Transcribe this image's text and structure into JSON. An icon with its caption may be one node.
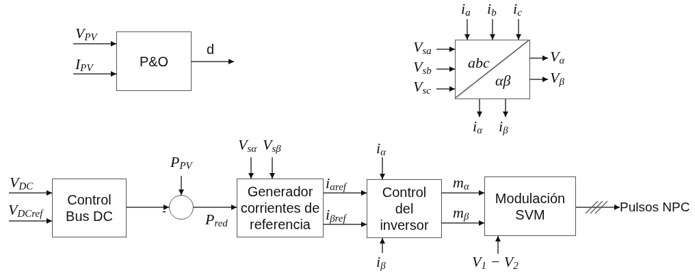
{
  "diagram": {
    "nodes": [
      {
        "text": [
          "P&O"
        ]
      },
      {
        "text": [
          "abc",
          "αβ"
        ]
      },
      {
        "text": [
          "Control Bus DC"
        ]
      },
      {
        "text": [],
        "shape": "circle"
      },
      {
        "text": [
          "Generador corrientes de referencia"
        ]
      },
      {
        "text": [
          "Control del inversor"
        ]
      },
      {
        "text": [
          "Modulación SVM"
        ]
      },
      {
        "text": [
          "Pulsos NPC"
        ]
      }
    ],
    "edges": [
      {
        "from": null,
        "to": 0,
        "arrow": "to",
        "label": "V$_{PV}$"
      },
      {
        "from": null,
        "to": 0,
        "arrow": "to",
        "label": "I$_{PV}$"
      },
      {
        "from": 0,
        "to": null,
        "arrow": "to",
        "label": "d"
      },
      {
        "from": null,
        "to": 1,
        "arrow": "to",
        "label": "i$_{a}$"
      },
      {
        "from": null,
        "to": 1,
        "arrow": "to",
        "label": "i$_{b}$"
      },
      {
        "from": null,
        "to": 1,
        "arrow": "to",
        "label": "i$_{c}$"
      },
      {
        "from": null,
        "to": 1,
        "arrow": "to",
        "label": "V$_{sa}$"
      },
      {
        "from": null,
        "to": 1,
        "arrow": "to",
        "label": "V$_{sb}$"
      },
      {
        "from": null,
        "to": 1,
        "arrow": "to",
        "label": "V$_{sc}$"
      },
      {
        "from": 1,
        "to": null,
        "arrow": "to",
        "label": "V$_{α}$"
      },
      {
        "from": 1,
        "to": null,
        "arrow": "to",
        "label": "V$_{β}$"
      },
      {
        "from": 1,
        "to": null,
        "arrow": "to",
        "label": "i$_{α}$"
      },
      {
        "from": 1,
        "to": null,
        "arrow": "to",
        "label": "i$_{β}$"
      },
      {
        "from": null,
        "to": 2,
        "arrow": "to",
        "label": "V$_{DC}$"
      },
      {
        "from": null,
        "to": 2,
        "arrow": "to",
        "label": "V$_{DCref}$"
      },
      {
        "from": 2,
        "to": 3,
        "arrow": "to"
      },
      {
        "from": null,
        "to": 3,
        "arrow": "to",
        "label": "P$_{PV}$"
      },
      {
        "from": 3,
        "to": 4,
        "arrow": "to",
        "label": "P$_{red}$"
      },
      {
        "from": null,
        "to": 4,
        "arrow": "to",
        "label": "V$_{sα}$"
      },
      {
        "from": null,
        "to": 4,
        "arrow": "to",
        "label": "V$_{sβ}$"
      },
      {
        "from": 4,
        "to": 5,
        "arrow": "to",
        "label": "i$_{αref}$"
      },
      {
        "from": 4,
        "to": 5,
        "arrow": "to",
        "label": "i$_{βref}$"
      },
      {
        "from": null,
        "to": 5,
        "arrow": "to",
        "label": "i$_{α}$"
      },
      {
        "from": null,
        "to": 5,
        "arrow": "to",
        "label": "i$_{β}$"
      },
      {
        "from": 5,
        "to": 6,
        "arrow": "to",
        "label": "m$_{α}$"
      },
      {
        "from": 5,
        "to": 6,
        "arrow": "to",
        "label": "m$_{β}$"
      },
      {
        "from": null,
        "to": 6,
        "arrow": "to",
        "label": "V$_{1}$ − V$_{2}$"
      },
      {
        "from": 6,
        "to": 7,
        "arrow": "to"
      }
    ],
    "labels": [
      "-"
    ]
  }
}
